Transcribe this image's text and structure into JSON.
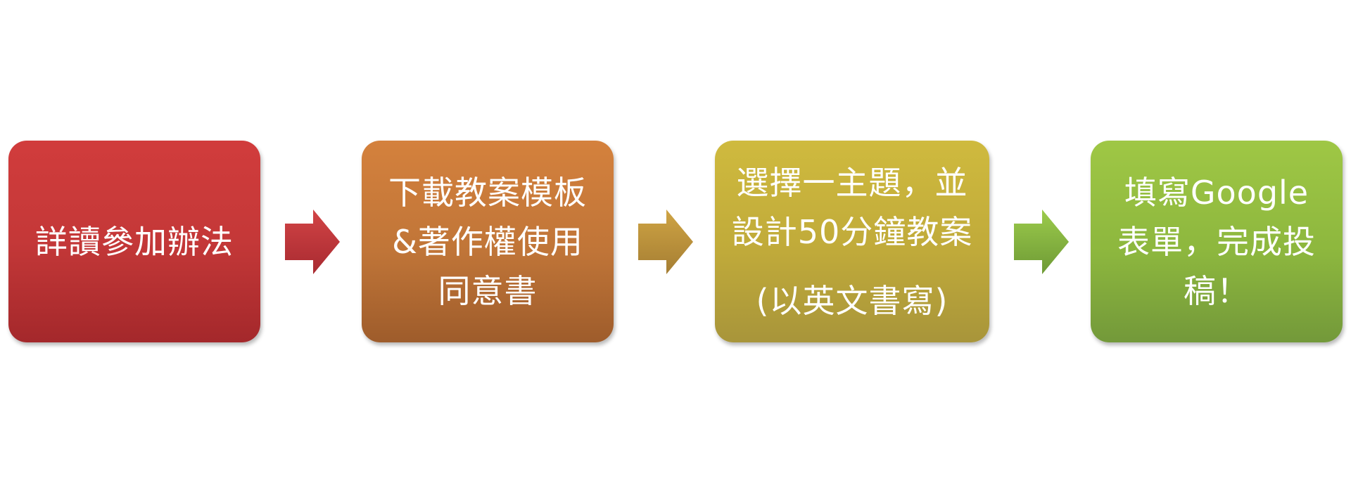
{
  "steps": [
    {
      "lines": [
        "詳讀參加辦法"
      ],
      "note": ""
    },
    {
      "lines": [
        "下載教案模板",
        "&著作權使用",
        "同意書"
      ],
      "note": ""
    },
    {
      "lines": [
        "選擇一主題，並",
        "設計50分鐘教案"
      ],
      "note": "(以英文書寫)"
    },
    {
      "lines": [
        "填寫Google",
        "表單，完成投",
        "稿！"
      ],
      "note": ""
    }
  ],
  "colors": {
    "step1": "#c43838",
    "step2": "#c07538",
    "step3": "#c0aa3a",
    "step4": "#8db73e",
    "arrow1": "#c0383e",
    "arrow2": "#b7923a",
    "arrow3": "#85b13f",
    "text": "#ffffff"
  },
  "icons": [
    "arrow-right-icon"
  ]
}
